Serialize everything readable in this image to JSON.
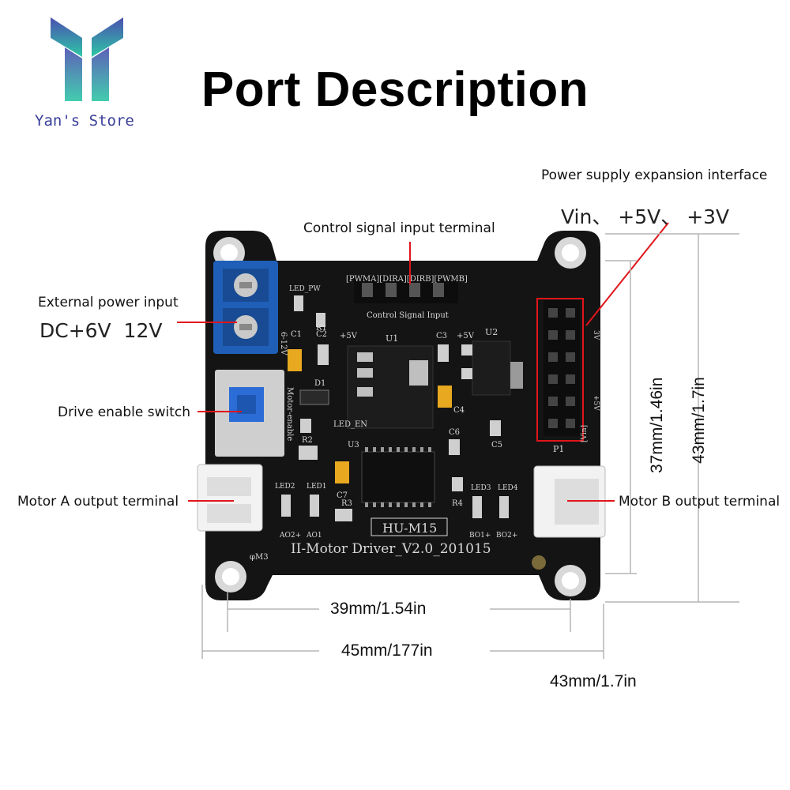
{
  "header": {
    "title": "Port Description",
    "brand": "Yan's Store"
  },
  "labels": {
    "power_expansion": "Power supply expansion interface",
    "power_expansion_pins": "Vin、 +5V、 +3V",
    "control_signal": "Control signal input terminal",
    "external_power": "External power input",
    "external_power_voltage": "DC+6V  12V",
    "drive_enable": "Drive enable switch",
    "motor_a": "Motor A output terminal",
    "motor_b": "Motor B output terminal"
  },
  "dimensions": {
    "height_inner": "37mm/1.46in",
    "height_outer": "43mm/1.7in",
    "width_inner": "39mm/1.54in",
    "width_outer": "45mm/177in",
    "width_bottom": "43mm/1.7in"
  },
  "board": {
    "control_header": "Control Signal Input",
    "model": "HU-M15",
    "name": "II-Motor Driver_V2.0_201015",
    "pwm_label": "[PWMA][DIRA][DIRB][PWMB]",
    "vin_label": "[Vin]",
    "p1": "P1",
    "plus5v": "+5V",
    "plus3v": "3V",
    "u1": "U1",
    "u2": "U2",
    "u3": "U3",
    "c1": "C1",
    "c2": "C2",
    "c3": "C3",
    "c4": "C4",
    "c5": "C5",
    "c6": "C6",
    "c7": "C7",
    "r1": "R1",
    "r2": "R2",
    "r3": "R3",
    "r4": "R4",
    "d1": "D1",
    "led_pw": "LED_PW",
    "led_en": "LED_EN",
    "led1": "LED1",
    "led2": "LED2",
    "led3": "LED3",
    "led4": "LED4",
    "ao1": "AO1",
    "ao2": "AO2+",
    "bo1": "BO1+",
    "bo2": "BO2+",
    "side_power": "6-12V",
    "side_enable": "Motor-enable",
    "hole_label": "φM3"
  },
  "colors": {
    "pcb": "#141414",
    "silk": "#d8d8d8",
    "dim_line": "#b5b5b5",
    "callout_line": "#e0151b",
    "terminal_blue": "#1f5fb8",
    "connector_white": "#f2f2f2",
    "logo_top": "#4b4fb0",
    "logo_bottom": "#2ec7a6"
  }
}
